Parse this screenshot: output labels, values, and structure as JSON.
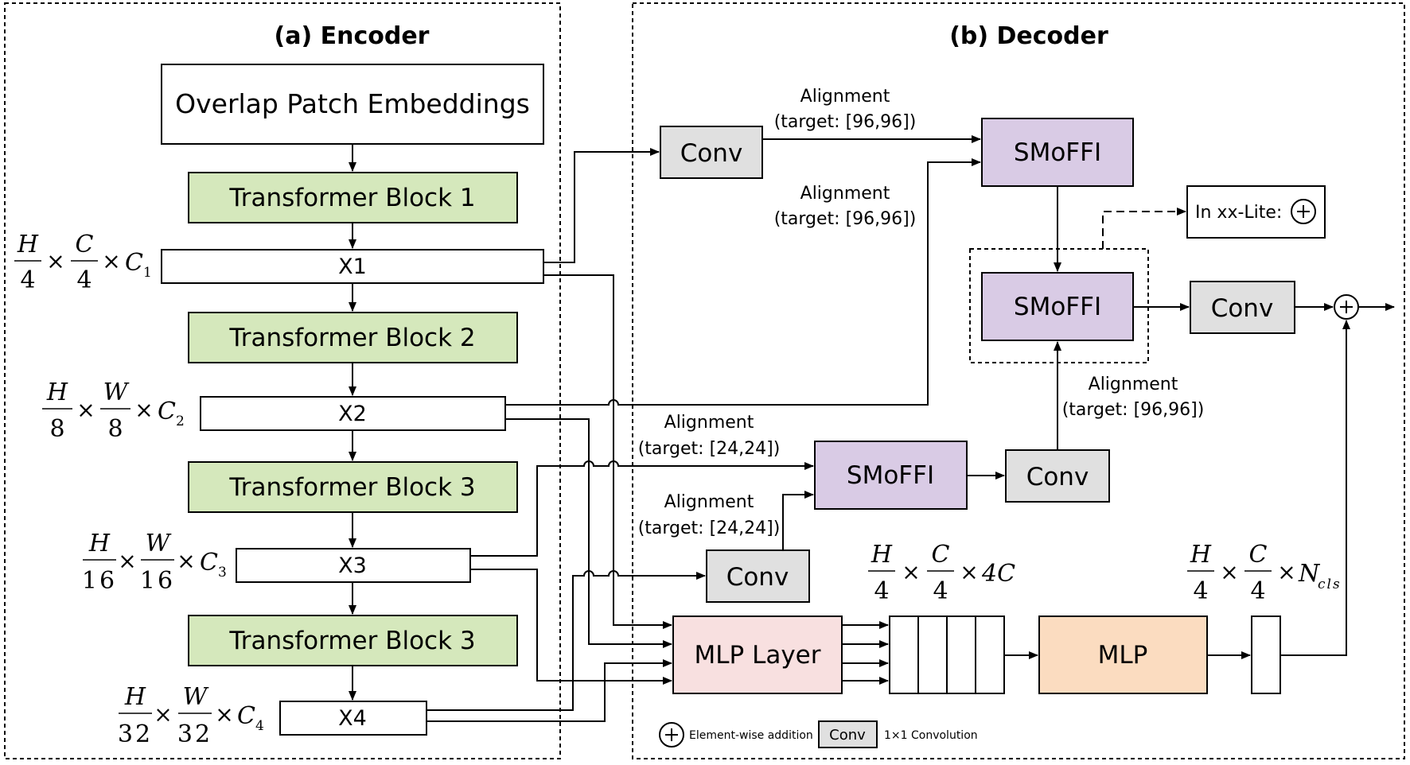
{
  "titles": {
    "encoder": "(a) Encoder",
    "decoder": "(b) Decoder"
  },
  "encoder": {
    "patch_embed": "Overlap Patch Embeddings",
    "blocks": [
      "Transformer Block 1",
      "Transformer Block 2",
      "Transformer Block 3",
      "Transformer Block 3"
    ],
    "features": [
      "X1",
      "X2",
      "X3",
      "X4"
    ],
    "shapes": [
      {
        "n1": "H",
        "d1": "4",
        "n2": "C",
        "d2": "4",
        "ch": "C",
        "sub": "1"
      },
      {
        "n1": "H",
        "d1": "8",
        "n2": "W",
        "d2": "8",
        "ch": "C",
        "sub": "2"
      },
      {
        "n1": "H",
        "d1": "16",
        "n2": "W",
        "d2": "16",
        "ch": "C",
        "sub": "3"
      },
      {
        "n1": "H",
        "d1": "32",
        "n2": "W",
        "d2": "32",
        "ch": "C",
        "sub": "4"
      }
    ]
  },
  "decoder": {
    "conv": "Conv",
    "smoffi": "SMoFFI",
    "alignment": "Alignment",
    "target_96": "(target: [96,96])",
    "target_24": "(target: [24,24])",
    "lite_label": "In xx-Lite:",
    "mlp_layer": "MLP Layer",
    "mlp": "MLP",
    "concat_shape": {
      "n1": "H",
      "d1": "4",
      "n2": "C",
      "d2": "4",
      "tail": "4C"
    },
    "out_shape": {
      "n1": "H",
      "d1": "4",
      "n2": "C",
      "d2": "4",
      "tail": "N",
      "sub": "cls"
    }
  },
  "legend": {
    "add_label": "Element-wise addition",
    "conv_label": "Conv",
    "conv_desc": "1×1 Convolution"
  },
  "colors": {
    "transformer": "#d5e8bc",
    "smoffi": "#d9cbe5",
    "conv": "#e0e0e0",
    "mlp_layer": "#f8e0e0",
    "mlp": "#fbdcc0"
  }
}
